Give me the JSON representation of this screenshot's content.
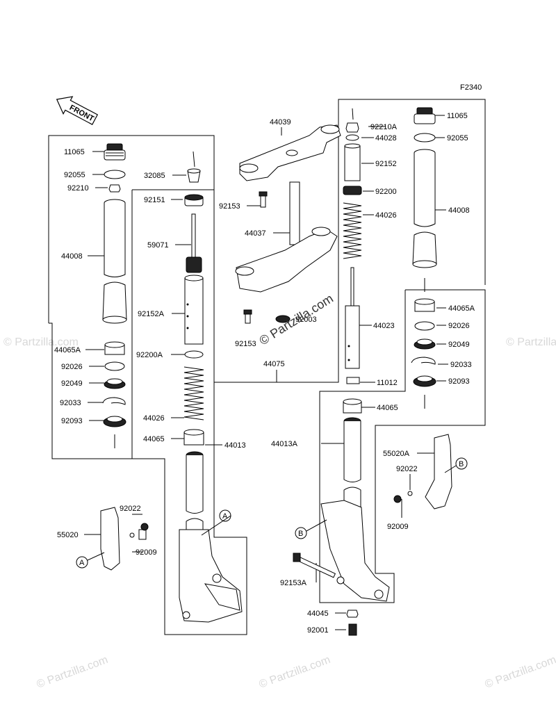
{
  "figure_code": "F2340",
  "front_arrow_text": "FRONT",
  "watermark_center": "© Partzilla.com",
  "watermark_faint": "© Partzilla.com",
  "labels": {
    "l11065_left": "11065",
    "l92055_left": "92055",
    "l92210_left": "92210",
    "l44008_left": "44008",
    "l32085": "32085",
    "l92151": "92151",
    "l59071": "59071",
    "l92152A": "92152A",
    "l92200A": "92200A",
    "l44026_left": "44026",
    "l44065_left": "44065",
    "l44013": "44013",
    "l44065A_left": "44065A",
    "l92026_left": "92026",
    "l92049_left": "92049",
    "l92033_left": "92033",
    "l92093_left": "92093",
    "l92022_left": "92022",
    "l55020": "55020",
    "l92009_left": "92009",
    "l44039": "44039",
    "l92153_top": "92153",
    "l44037": "44037",
    "l92003": "92003",
    "l92153_low": "92153",
    "l44075": "44075",
    "l92210A": "92210A",
    "l44028": "44028",
    "l92152": "92152",
    "l92200": "92200",
    "l44026_right": "44026",
    "l44023": "44023",
    "l11012": "11012",
    "l44065_right": "44065",
    "l44013A": "44013A",
    "l11065_right": "11065",
    "l92055_right": "92055",
    "l44008_right": "44008",
    "l44065A_right": "44065A",
    "l92026_right": "92026",
    "l92049_right": "92049",
    "l92033_right": "92033",
    "l92093_right": "92093",
    "l55020A": "55020A",
    "l92022_right": "92022",
    "l92009_right": "92009",
    "l92153A": "92153A",
    "l44045": "44045",
    "l92001": "92001"
  },
  "callouts": {
    "A": "A",
    "B": "B"
  }
}
